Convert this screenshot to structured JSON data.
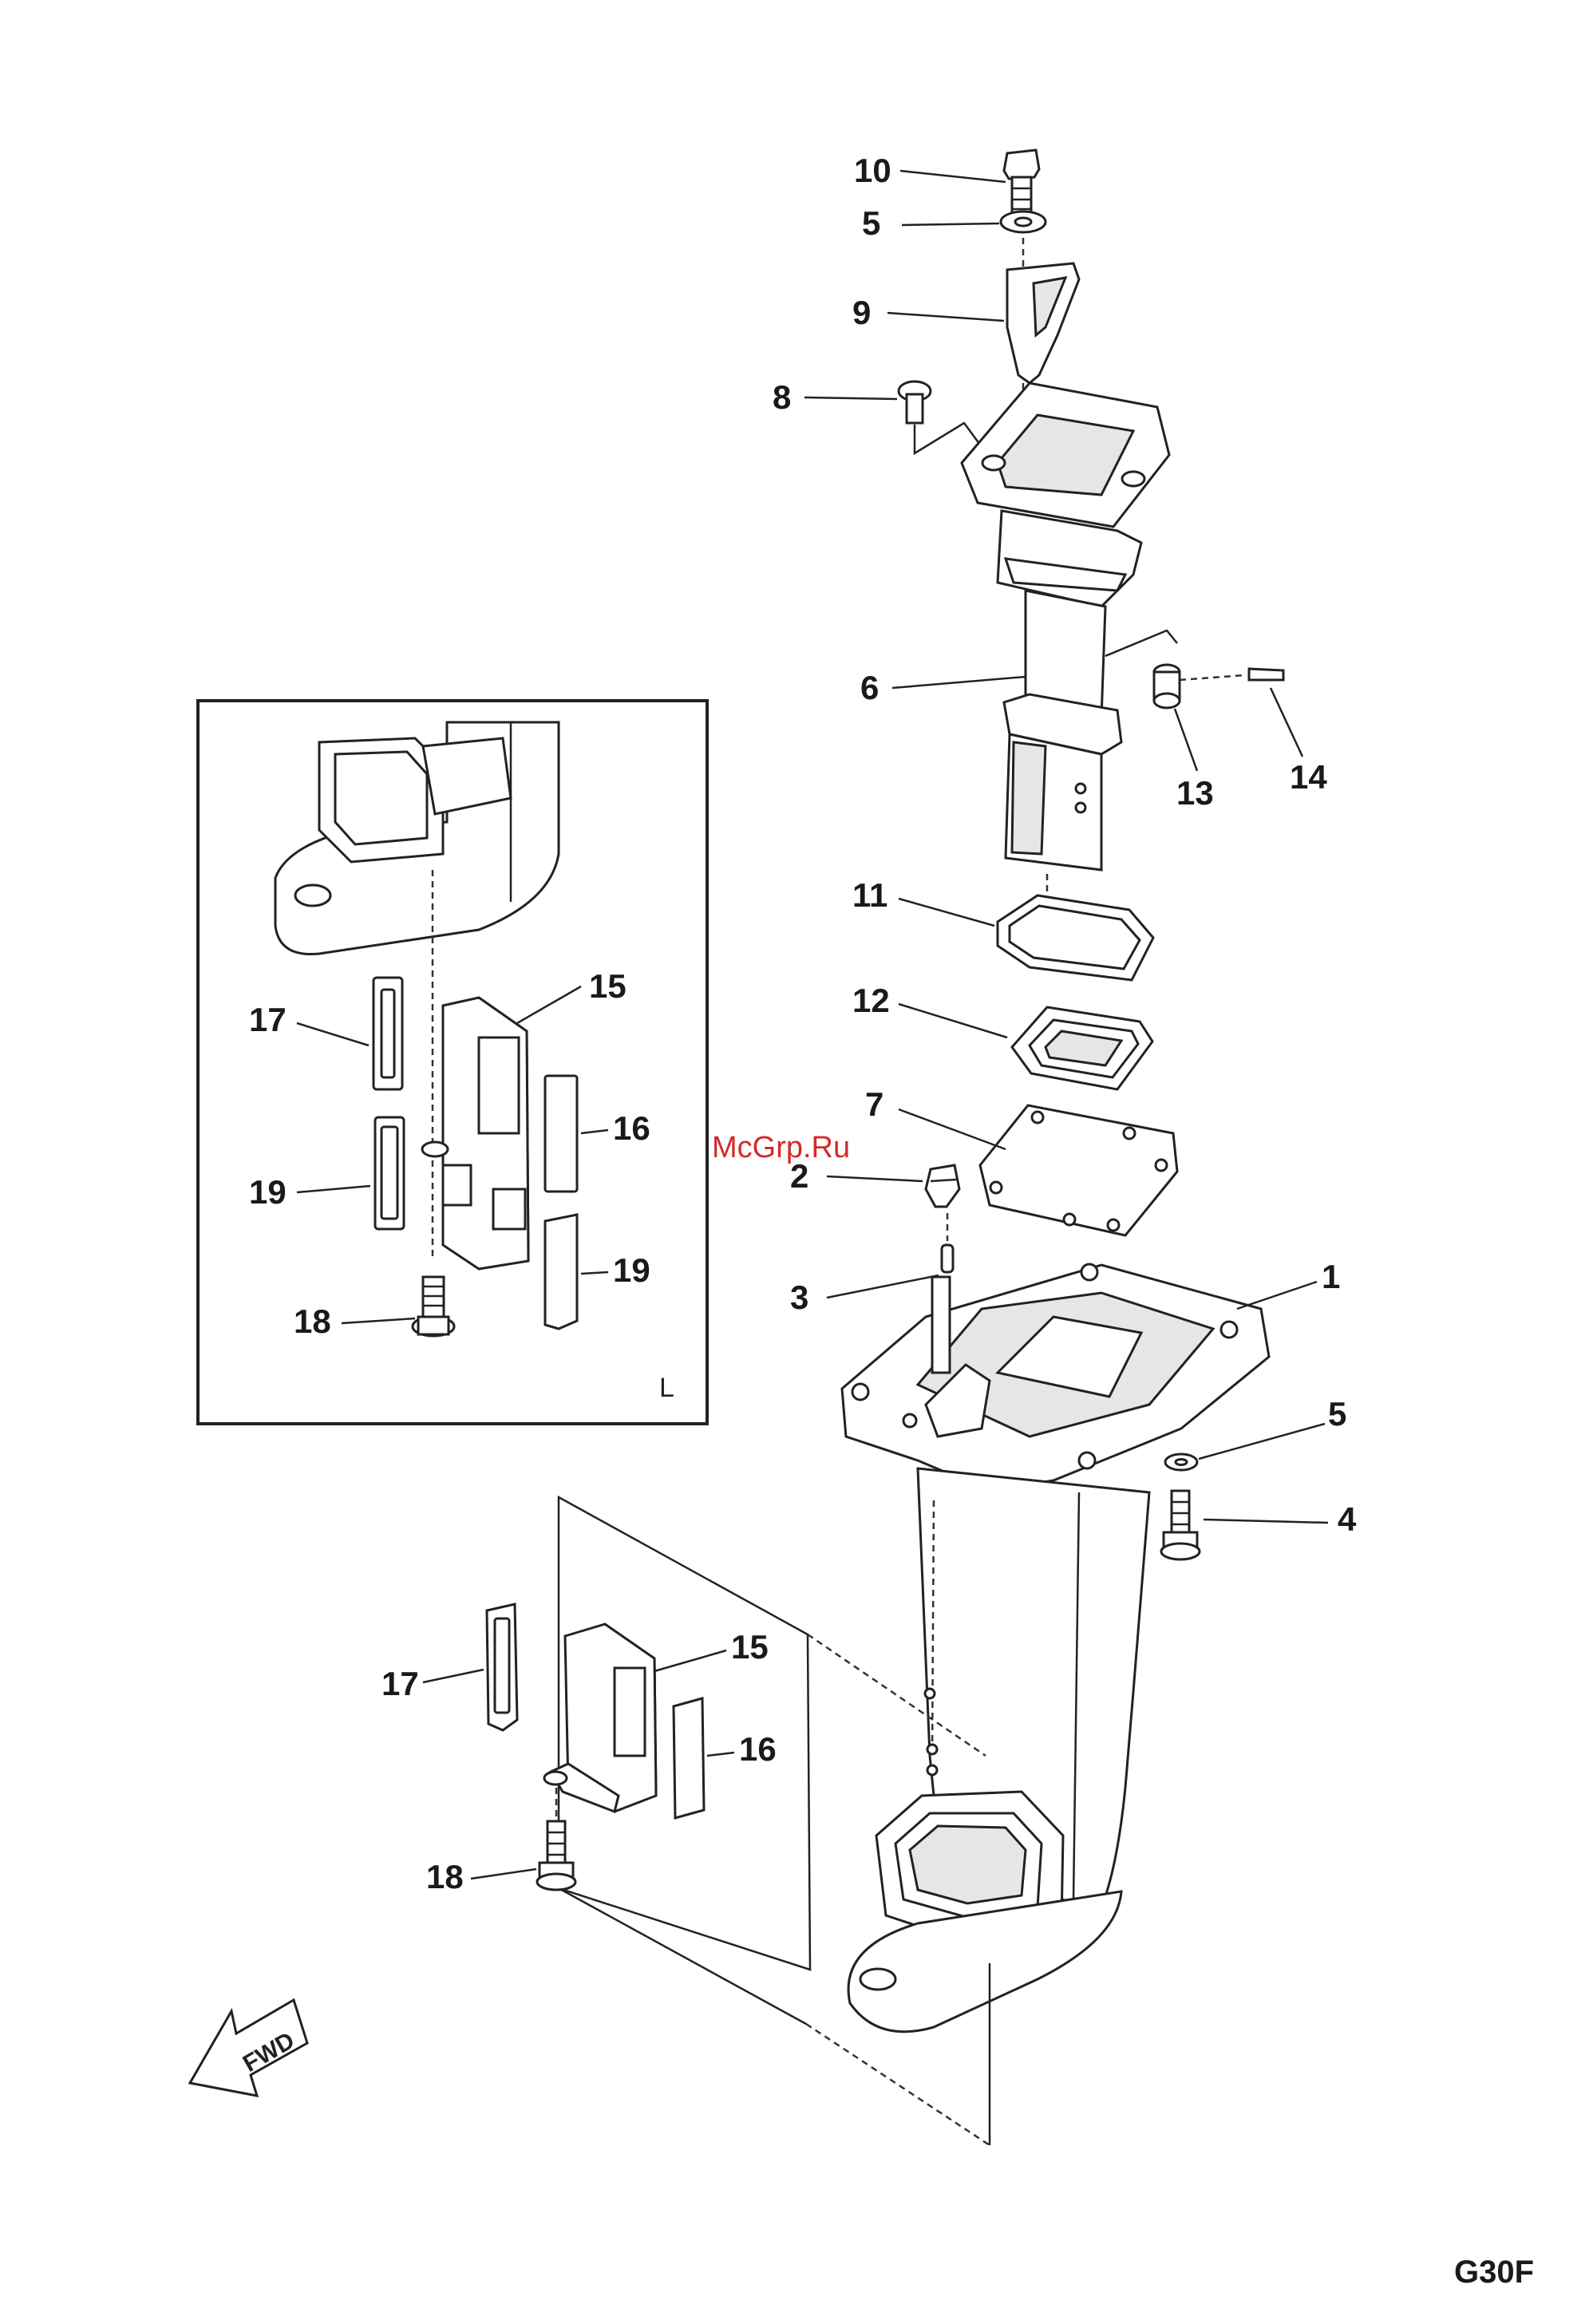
{
  "watermark": "McGrp.Ru",
  "diagram_code": "G30F",
  "inset_label": "L",
  "fwd_label": "FWD",
  "callouts": {
    "c1": "1",
    "c2": "2",
    "c3": "3",
    "c4": "4",
    "c5a": "5",
    "c5b": "5",
    "c6": "6",
    "c7": "7",
    "c8": "8",
    "c9": "9",
    "c10": "10",
    "c11": "11",
    "c12": "12",
    "c13": "13",
    "c14": "14",
    "c15a": "15",
    "c16a": "16",
    "c17a": "17",
    "c18a": "18",
    "c19a": "19",
    "c19b": "19",
    "c15b": "15",
    "c16b": "16",
    "c17b": "17",
    "c18b": "18"
  }
}
